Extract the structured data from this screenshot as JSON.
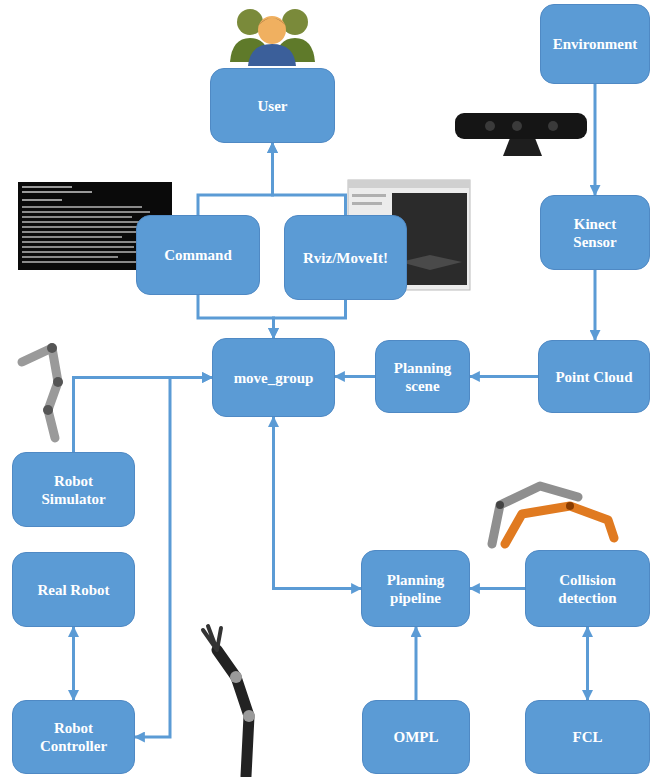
{
  "diagram": {
    "nodes": [
      {
        "text": [
          "User"
        ]
      },
      {
        "text": [
          "Environment"
        ]
      },
      {
        "text": [
          "Kinect Sensor"
        ]
      },
      {
        "text": [
          "Command"
        ]
      },
      {
        "text": [
          "Rviz/MoveIt!"
        ]
      },
      {
        "text": [
          "move_group"
        ]
      },
      {
        "text": [
          "Planning scene"
        ]
      },
      {
        "text": [
          "Point Cloud"
        ]
      },
      {
        "text": [
          "Robot Simulator"
        ]
      },
      {
        "text": [
          "Real Robot"
        ]
      },
      {
        "text": [
          "Planning pipeline"
        ]
      },
      {
        "text": [
          "Collision detection"
        ]
      },
      {
        "text": [
          "Robot Controller"
        ]
      },
      {
        "text": [
          "OMPL"
        ]
      },
      {
        "text": [
          "FCL"
        ]
      }
    ],
    "edges": [
      {
        "from": 1,
        "to": 2,
        "arrow": "to"
      },
      {
        "from": 2,
        "to": 7,
        "arrow": "to"
      },
      {
        "from": 7,
        "to": 6,
        "arrow": "to"
      },
      {
        "from": 6,
        "to": 5,
        "arrow": "to"
      },
      {
        "from": 3,
        "to": 0,
        "arrow": "to"
      },
      {
        "from": 4,
        "to": 0,
        "arrow": "to"
      },
      {
        "from": 3,
        "to": 5,
        "arrow": "to"
      },
      {
        "from": 4,
        "to": 5,
        "arrow": "to"
      },
      {
        "from": 8,
        "to": 5,
        "arrow": "to"
      },
      {
        "from": 12,
        "to": 5,
        "arrow": "both"
      },
      {
        "from": 9,
        "to": 12,
        "arrow": "both"
      },
      {
        "from": 5,
        "to": 10,
        "arrow": "both"
      },
      {
        "from": 11,
        "to": 10,
        "arrow": "to"
      },
      {
        "from": 13,
        "to": 10,
        "arrow": "to"
      },
      {
        "from": 11,
        "to": 14,
        "arrow": "both"
      }
    ]
  }
}
